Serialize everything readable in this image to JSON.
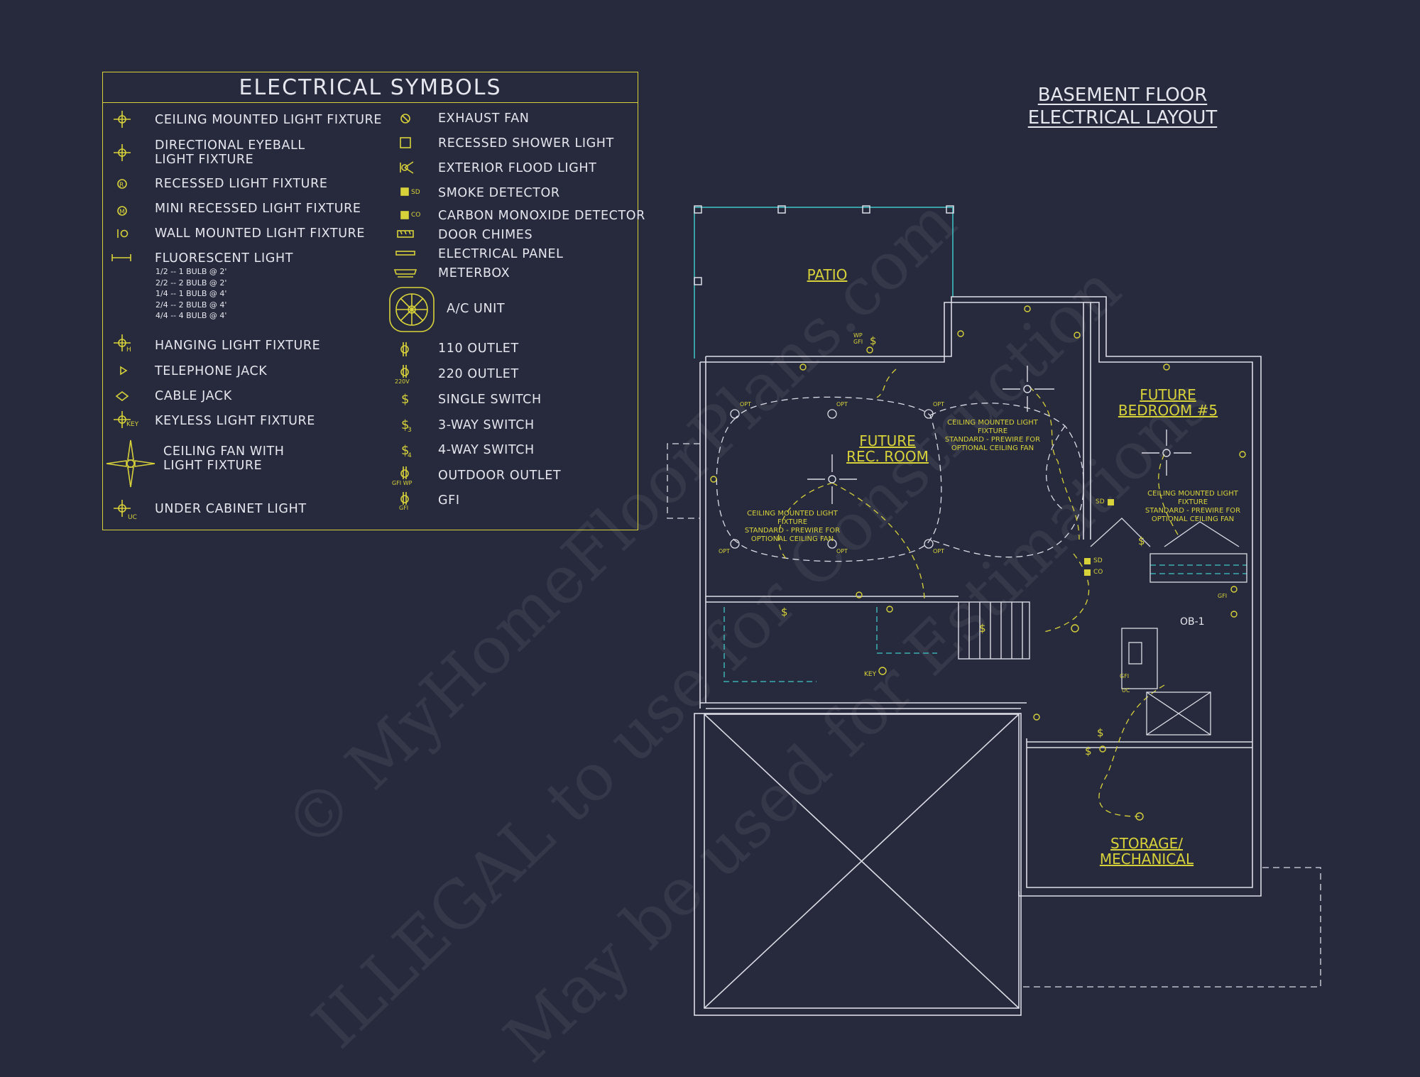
{
  "legend": {
    "title": "ELECTRICAL SYMBOLS",
    "left_items": [
      {
        "label": "CEILING MOUNTED LIGHT FIXTURE",
        "icon": "ceiling-light-icon"
      },
      {
        "label": "DIRECTIONAL EYEBALL\nLIGHT FIXTURE",
        "icon": "eyeball-light-icon"
      },
      {
        "label": "RECESSED LIGHT FIXTURE",
        "icon": "recessed-light-icon"
      },
      {
        "label": "MINI RECESSED LIGHT FIXTURE",
        "icon": "mini-recessed-light-icon"
      },
      {
        "label": "WALL MOUNTED LIGHT FIXTURE",
        "icon": "wall-light-icon"
      },
      {
        "label": "FLUORESCENT LIGHT",
        "icon": "fluorescent-light-icon"
      },
      {
        "label": "HANGING LIGHT FIXTURE",
        "icon": "hanging-light-icon"
      },
      {
        "label": "TELEPHONE JACK",
        "icon": "telephone-jack-icon"
      },
      {
        "label": "CABLE JACK",
        "icon": "cable-jack-icon"
      },
      {
        "label": "KEYLESS LIGHT FIXTURE",
        "icon": "keyless-light-icon"
      },
      {
        "label": "CEILING FAN WITH\nLIGHT FIXTURE",
        "icon": "ceiling-fan-icon"
      },
      {
        "label": "UNDER CABINET LIGHT",
        "icon": "under-cabinet-light-icon"
      }
    ],
    "fluorescent_notes": "1/2 -- 1 BULB @ 2'\n2/2 -- 2 BULB @ 2'\n1/4 -- 1 BULB @ 4'\n2/4 -- 2 BULB @ 4'\n4/4 -- 4 BULB @ 4'",
    "right_items": [
      {
        "label": "EXHAUST FAN",
        "icon": "exhaust-fan-icon"
      },
      {
        "label": "RECESSED SHOWER LIGHT",
        "icon": "shower-light-icon"
      },
      {
        "label": "EXTERIOR FLOOD LIGHT",
        "icon": "flood-light-icon"
      },
      {
        "label": "SMOKE DETECTOR",
        "icon": "smoke-detector-icon"
      },
      {
        "label": "CARBON MONOXIDE DETECTOR",
        "icon": "co-detector-icon"
      },
      {
        "label": "DOOR CHIMES",
        "icon": "door-chimes-icon"
      },
      {
        "label": "ELECTRICAL PANEL",
        "icon": "electrical-panel-icon"
      },
      {
        "label": "METERBOX",
        "icon": "meterbox-icon"
      },
      {
        "label": "A/C UNIT",
        "icon": "ac-unit-icon"
      },
      {
        "label": "110 OUTLET",
        "icon": "outlet-110-icon"
      },
      {
        "label": "220 OUTLET",
        "icon": "outlet-220-icon"
      },
      {
        "label": "SINGLE SWITCH",
        "icon": "single-switch-icon"
      },
      {
        "label": "3-WAY SWITCH",
        "icon": "three-way-switch-icon"
      },
      {
        "label": "4-WAY SWITCH",
        "icon": "four-way-switch-icon"
      },
      {
        "label": "OUTDOOR OUTLET",
        "icon": "outdoor-outlet-icon"
      },
      {
        "label": "GFI",
        "icon": "gfi-icon"
      }
    ],
    "symbol_tags": {
      "sd": "SD",
      "co": "CO",
      "h": "H",
      "key": "KEY",
      "uc": "UC",
      "v220": "220V",
      "gfi_wp": "GFI WP",
      "gfi": "GFI"
    }
  },
  "plan": {
    "title_line1": "BASEMENT FLOOR",
    "title_line2": "ELECTRICAL LAYOUT",
    "rooms": {
      "patio": "PATIO",
      "rec_room": "FUTURE\nREC. ROOM",
      "bedroom": "FUTURE\nBEDROOM #5",
      "storage": "STORAGE/\nMECHANICAL"
    },
    "notes": {
      "fan_note": "CEILING MOUNTED LIGHT FIXTURE\nSTANDARD - PREWIRE FOR\nOPTIONAL CEILING FAN"
    },
    "labels": {
      "opt": "OPT",
      "ob": "OB-1",
      "key": "KEY",
      "sd": "SD",
      "co": "CO",
      "wp_gfi": "WP\nGFI",
      "gfi": "GFI",
      "uc": "UC"
    }
  },
  "watermark": {
    "line1": "© MyHomeFloorPlans.com",
    "line2": "ILLEGAL to use for Construction",
    "line3": "May be used for Estimations"
  },
  "colors": {
    "background": "#262a3c",
    "accent_yellow": "#d8d23a",
    "lines": "#dcdce6",
    "cyan": "#3fc7c7"
  }
}
